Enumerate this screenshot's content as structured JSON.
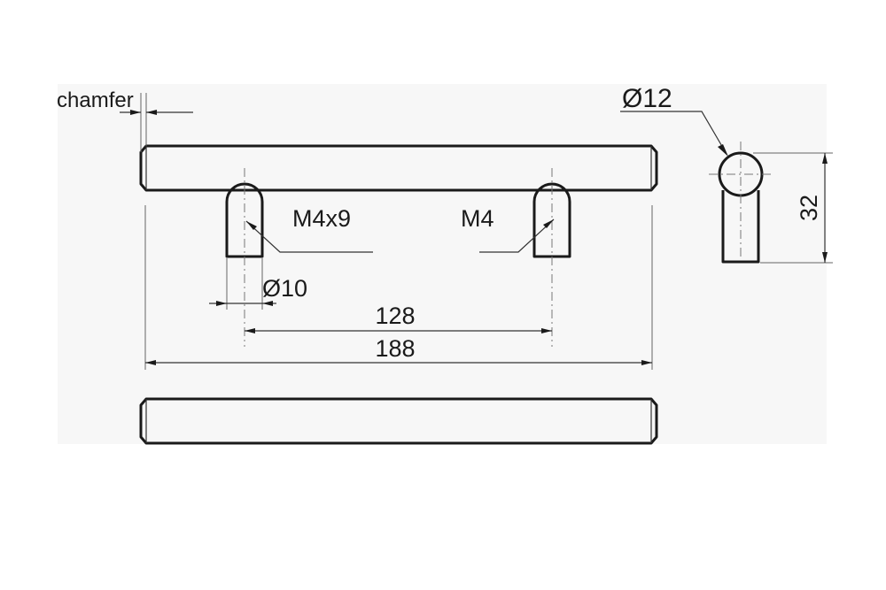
{
  "labels": {
    "chamfer": "chamfer",
    "thread_left": "M4x9",
    "thread_right": "M4",
    "leg_diameter": "Ø10",
    "hole_spacing": "128",
    "overall_length": "188",
    "bar_diameter": "Ø12",
    "height": "32"
  },
  "colors": {
    "background": "#ffffff",
    "panel": "#f7f7f7",
    "line": "#1a1a1a"
  }
}
